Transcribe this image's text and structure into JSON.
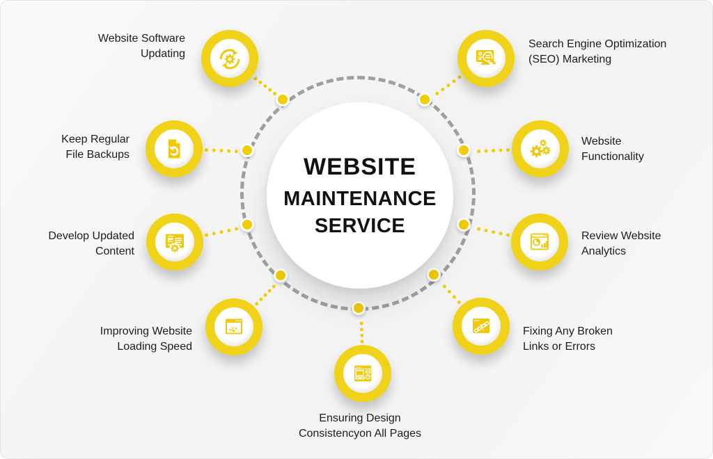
{
  "title": {
    "line1": "WEBSITE",
    "line2": "MAINTENANCE",
    "line3": "SERVICE"
  },
  "colors": {
    "accent_yellow": "#EFC90B",
    "ring_yellow": "#F0D318",
    "dot_yellow": "#F3CD04",
    "dash_gray": "#9F9F9F",
    "text_dark": "#1C1C1C",
    "background": "#F3F3F4"
  },
  "items": [
    {
      "id": "website-software-updating",
      "label": "Website Software\nUpdating",
      "icon": "update-arrows-gear-icon"
    },
    {
      "id": "seo-marketing",
      "label": "Search Engine Optimization\n(SEO) Marketing",
      "icon": "monitor-magnifier-icon"
    },
    {
      "id": "keep-regular-file-backups",
      "label": "Keep Regular\nFile Backups",
      "icon": "file-restore-icon"
    },
    {
      "id": "website-functionality",
      "label": "Website\nFunctionality",
      "icon": "gears-icon"
    },
    {
      "id": "develop-updated-content",
      "label": "Develop Updated\nContent",
      "icon": "content-page-gear-icon"
    },
    {
      "id": "review-website-analytics",
      "label": "Review Website\nAnalytics",
      "icon": "analytics-charts-icon"
    },
    {
      "id": "improving-website-loading-speed",
      "label": "Improving Website\nLoading Speed",
      "icon": "speedometer-browser-icon"
    },
    {
      "id": "fixing-broken-links",
      "label": "Fixing Any Broken\nLinks or Errors",
      "icon": "broken-chain-browser-icon"
    },
    {
      "id": "ensuring-design-consistency",
      "label": "Ensuring Design\nConsistencyon All Pages",
      "icon": "wireframe-layout-icon"
    }
  ]
}
